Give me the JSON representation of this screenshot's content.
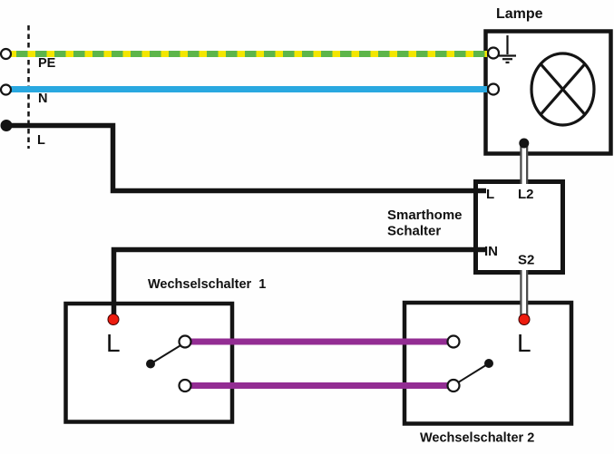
{
  "labels": {
    "lamp_title": "Lampe",
    "supply_pe": "PE",
    "supply_n": "N",
    "supply_l": "L",
    "smart_switch_name_line1": "Smarthome",
    "smart_switch_name_line2": "Schalter",
    "smart_terminal_l": "L",
    "smart_terminal_l2": "L2",
    "smart_terminal_in": "IN",
    "smart_terminal_s2": "S2",
    "switch1_title": "Wechselschalter  1",
    "switch2_title": "Wechselschalter 2",
    "switch1_terminal_l": "L",
    "switch2_terminal_l": "L"
  },
  "colors": {
    "pe_yellow": "#f3e600",
    "pe_green": "#5db54a",
    "neutral_blue": "#29a8e0",
    "traveler_purple": "#932d93",
    "terminal_red": "#ee1c0f",
    "line_black": "#141414",
    "twin_wire_gray": "#4a4a4a"
  }
}
